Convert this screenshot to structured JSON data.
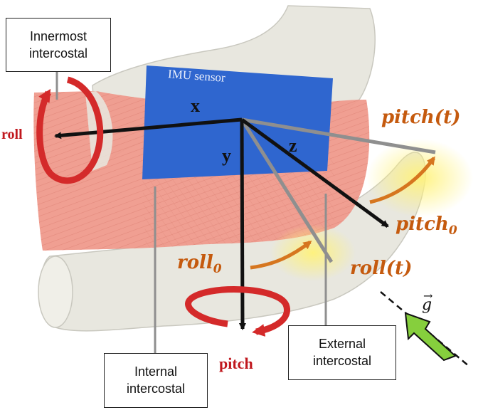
{
  "labels": {
    "innermost_line1": "Innermost",
    "innermost_line2": "intercostal",
    "internal_line1": "Internal",
    "internal_line2": "intercostal",
    "external_line1": "External",
    "external_line2": "intercostal",
    "imu_sensor": "IMU sensor",
    "axis_x": "x",
    "axis_y": "y",
    "axis_z": "z",
    "roll": "roll",
    "pitch": "pitch",
    "pitch_t": "pitch(t)",
    "pitch_0_base": "pitch",
    "pitch_0_sub": "0",
    "roll_0_base": "roll",
    "roll_0_sub": "0",
    "roll_t": "roll(t)",
    "gravity_symbol": "g"
  },
  "colors": {
    "bone": "#e8e7df",
    "muscle": "#ef9a8c",
    "sensor": "#2f66cf",
    "rotation_red": "#d42a2a",
    "angle_orange": "#c55a0e",
    "gravity_green": "#86cf3d"
  }
}
